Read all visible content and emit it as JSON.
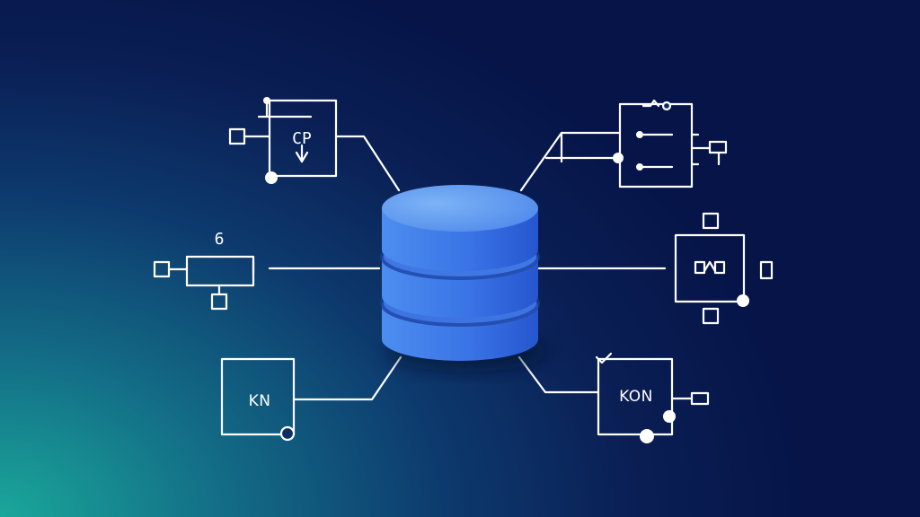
{
  "nodes": {
    "top_left": {
      "glyph": "CP"
    },
    "mid_left": {
      "glyph": "6"
    },
    "bottom_left": {
      "label": "KN"
    },
    "bottom_right": {
      "label": "KON"
    }
  },
  "colors": {
    "background_dark": "#061448",
    "background_teal": "#1aa79a",
    "database_light": "#6aa6f2",
    "database_dark": "#2a5ed8",
    "line": "#ffffff"
  }
}
